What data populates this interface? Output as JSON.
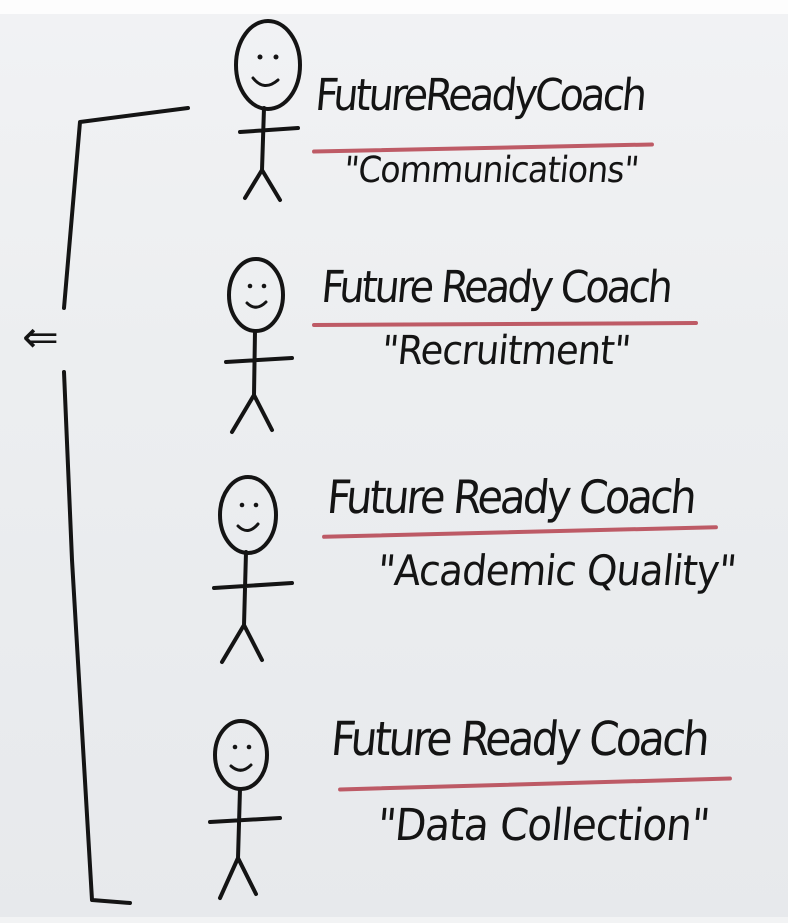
{
  "roles": [
    {
      "title": "FutureReadyCoach",
      "subtitle": "\"Communications\""
    },
    {
      "title": "Future Ready Coach",
      "subtitle": "\"Recruitment\""
    },
    {
      "title": "Future Ready Coach",
      "subtitle": "\"Academic Quality\""
    },
    {
      "title": "Future Ready Coach",
      "subtitle": "\"Data Collection\""
    }
  ],
  "arrow_glyph": "⇐",
  "colors": {
    "ink": "#141414",
    "underline": "#b84a57",
    "board": "#eceef0"
  }
}
